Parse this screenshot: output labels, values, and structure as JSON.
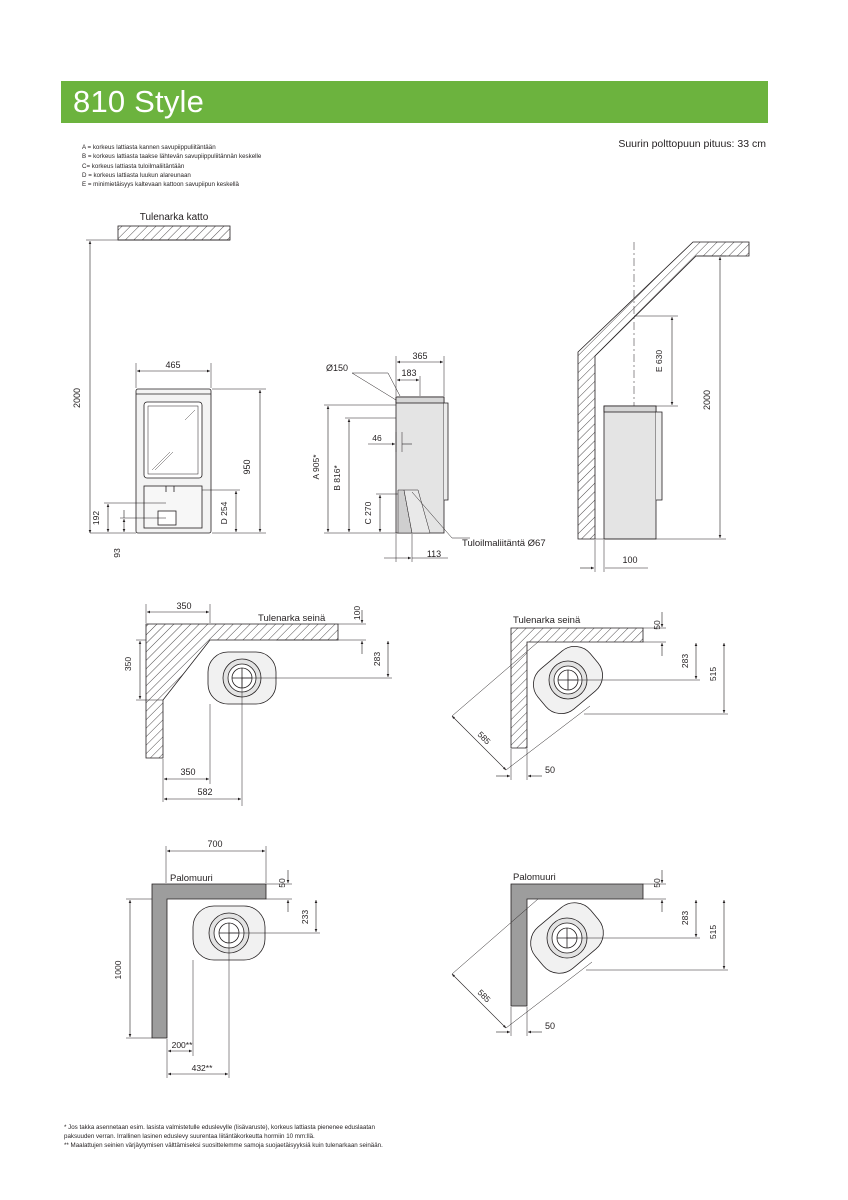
{
  "header": {
    "title": "810 Style",
    "accent_color": "#6cb33e"
  },
  "legend": [
    "A = korkeus lattiasta kannen savupiippuliitäntään",
    "B = korkeus lattiasta taakse lähtevän savupiippuliitännän keskelle",
    "C= korkeus lattiasta tuloilmaliitäntään",
    "D = korkeus lattiasta luukun alareunaan",
    "E = minimietäisyys kaltevaan kattoon savupiipun keskellä"
  ],
  "max_log_length": "Suurin polttopuun pituus: 33 cm",
  "front_view": {
    "ceiling_label": "Tulenarka katto",
    "dim_height_total": "2000",
    "dim_width": "465",
    "dim_height": "950",
    "dim_d": "D 254",
    "dim_192": "192",
    "dim_93": "93"
  },
  "side_view": {
    "dim_depth": "365",
    "dim_183": "183",
    "dim_flue": "Ø150",
    "dim_46": "46",
    "dim_a": "A 905*",
    "dim_b": "B 816*",
    "dim_c": "C 270",
    "dim_113": "113",
    "air_inlet": "Tuloilmaliitäntä Ø67"
  },
  "slope_view": {
    "dim_e": "E 630",
    "dim_2000": "2000",
    "dim_100": "100"
  },
  "plan1": {
    "wall_label": "Tulenarka seinä",
    "dim_350_top": "350",
    "dim_100": "100",
    "dim_350_left": "350",
    "dim_283": "283",
    "dim_350_bottom": "350",
    "dim_582": "582"
  },
  "plan2": {
    "wall_label": "Tulenarka seinä",
    "dim_50_top": "50",
    "dim_283": "283",
    "dim_515": "515",
    "dim_585": "585",
    "dim_50_bottom": "50"
  },
  "plan3": {
    "wall_label": "Palomuuri",
    "dim_700": "700",
    "dim_50": "50",
    "dim_233": "233",
    "dim_1000": "1000",
    "dim_200": "200**",
    "dim_432": "432**"
  },
  "plan4": {
    "wall_label": "Palomuuri",
    "dim_50_top": "50",
    "dim_283": "283",
    "dim_515": "515",
    "dim_585": "585",
    "dim_50_bottom": "50"
  },
  "footnotes": [
    "*  Jos takka asennetaan esim. lasista valmistetulle eduslevylle (lisävaruste), korkeus lattiasta pienenee eduslaatan",
    "    paksuuden verran. Irrallinen lasinen eduslevy suurentaa liitäntäkorkeutta hormiin 10 mm:llä.",
    "** Maalattujen seinien värjäytymisen välttämiseksi suosittelemme samoja suojaetäisyyksiä kuin tulenarkaan seinään."
  ]
}
